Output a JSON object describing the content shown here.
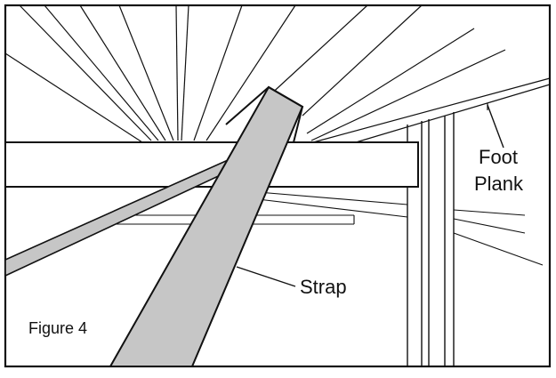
{
  "figure": {
    "caption": "Figure 4",
    "labels": {
      "foot": "Foot",
      "plank": "Plank",
      "strap": "Strap"
    },
    "colors": {
      "stroke": "#111111",
      "strap_fill": "#c6c6c6",
      "background": "#ffffff"
    }
  }
}
